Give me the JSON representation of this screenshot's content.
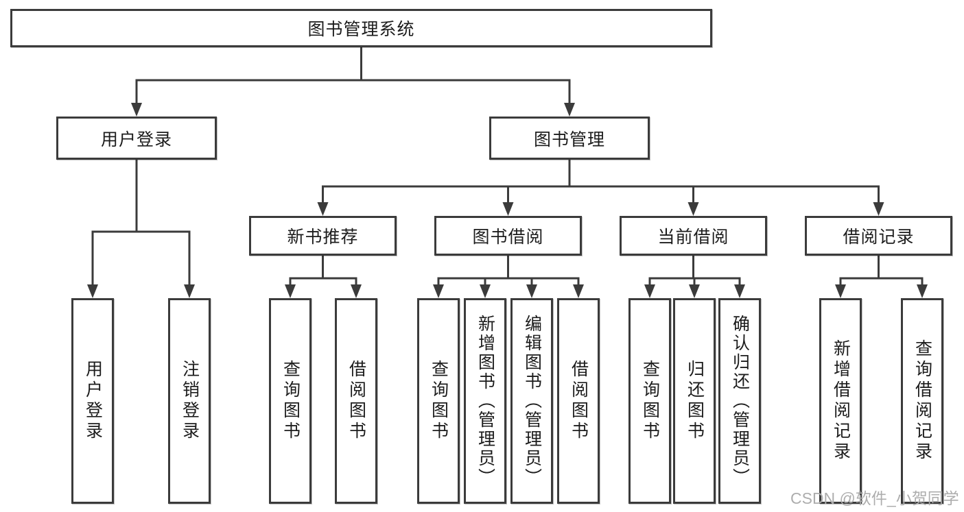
{
  "diagram": {
    "type": "hierarchy-tree",
    "title": "图书管理系统",
    "colors": {
      "background": "#ffffff",
      "box_border": "#3b3b3b",
      "text": "#1c1c1c",
      "connector": "#3b3b3b",
      "watermark": "#adadad"
    }
  },
  "nodes": {
    "root": "图书管理系统",
    "user_login": "用户登录",
    "book_mgmt": "图书管理",
    "new_book_rec": "新书推荐",
    "book_borrow": "图书借阅",
    "current_borrow": "当前借阅",
    "borrow_record": "借阅记录",
    "leaf_login": "用户登录",
    "leaf_logout": "注销登录",
    "rec_query_book": "查询图书",
    "rec_borrow_book": "借阅图书",
    "bb_query_book": "查询图书",
    "bb_add_book": "新增图书（管理员）",
    "bb_edit_book": "编辑图书（管理员）",
    "bb_borrow_book": "借阅图书",
    "cb_query_book": "查询图书",
    "cb_return_book": "归还图书",
    "cb_confirm_return": "确认归还（管理员）",
    "br_add_record": "新增借阅记录",
    "br_query_record": "查询借阅记录"
  },
  "hierarchy": {
    "label": "图书管理系统",
    "children": [
      {
        "label": "用户登录",
        "children": [
          {
            "label": "用户登录"
          },
          {
            "label": "注销登录"
          }
        ]
      },
      {
        "label": "图书管理",
        "children": [
          {
            "label": "新书推荐",
            "children": [
              {
                "label": "查询图书"
              },
              {
                "label": "借阅图书"
              }
            ]
          },
          {
            "label": "图书借阅",
            "children": [
              {
                "label": "查询图书"
              },
              {
                "label": "新增图书（管理员）"
              },
              {
                "label": "编辑图书（管理员）"
              },
              {
                "label": "借阅图书"
              }
            ]
          },
          {
            "label": "当前借阅",
            "children": [
              {
                "label": "查询图书"
              },
              {
                "label": "归还图书"
              },
              {
                "label": "确认归还（管理员）"
              }
            ]
          },
          {
            "label": "借阅记录",
            "children": [
              {
                "label": "新增借阅记录"
              },
              {
                "label": "查询借阅记录"
              }
            ]
          }
        ]
      }
    ]
  },
  "watermark": "CSDN @软件_小贺同学"
}
